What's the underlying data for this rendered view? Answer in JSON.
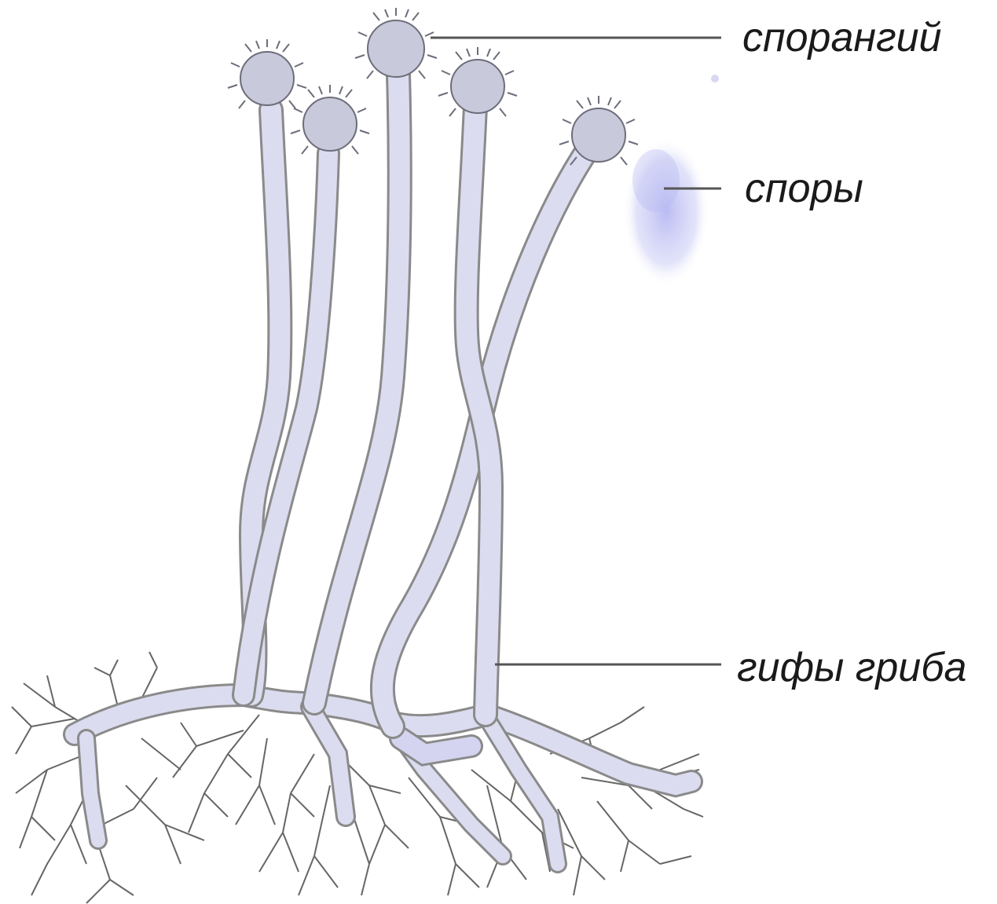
{
  "labels": {
    "sporangium": "спорангий",
    "spores": "споры",
    "hyphae": "гифы гриба"
  },
  "colors": {
    "hypha_fill": "#dcdcf0",
    "hypha_outline": "#8a8a8a",
    "sporangium_fill": "#c9c9dc",
    "spore_cloud": "#b8b8f0",
    "leader_line": "#555555",
    "root": "#555555"
  }
}
